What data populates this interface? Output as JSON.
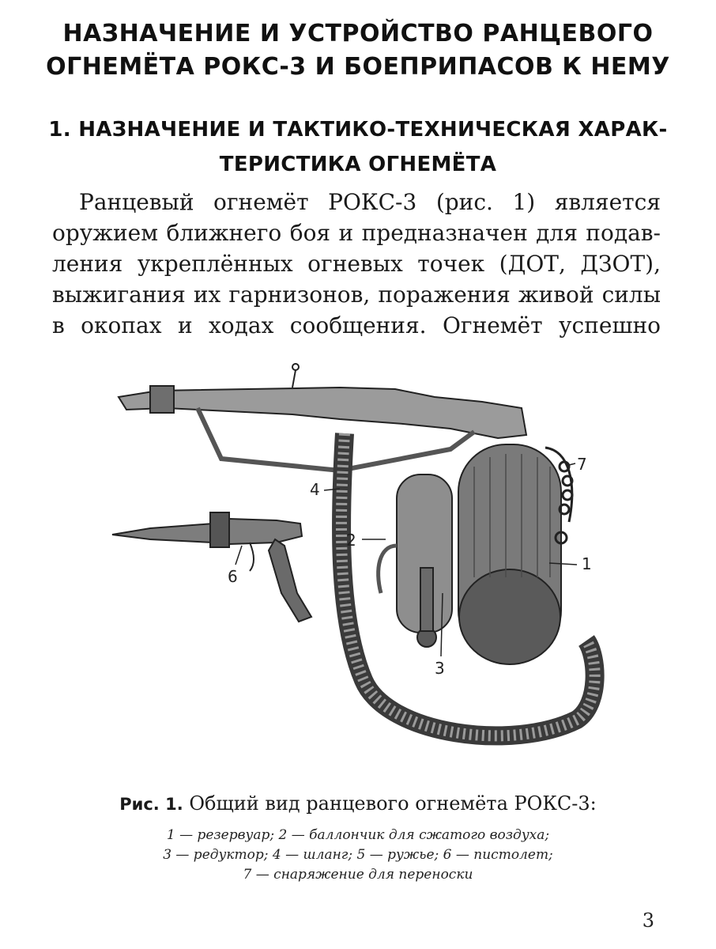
{
  "chapter_title": {
    "line1": "НАЗНАЧЕНИЕ И УСТРОЙСТВО РАНЦЕВОГО",
    "line2": "ОГНЕМЁТА РОКС-3 И БОЕПРИПАСОВ К НЕМУ"
  },
  "section_title": {
    "line1": "1. НАЗНАЧЕНИЕ И ТАКТИКО-ТЕХНИЧЕСКАЯ ХАРАК-",
    "line2": "ТЕРИСТИКА ОГНЕМЁТА"
  },
  "body_lines": [
    "Ранцевый огнемёт РОКС-3 (рис. 1) является",
    "оружием ближнего боя и предназначен для подав-",
    "ления укреплённых огневых точек (ДОТ, ДЗОТ),",
    "выжигания их гарнизонов, поражения живой силы",
    "в окопах и ходах сообщения. Огнемёт успешно"
  ],
  "figure": {
    "callouts": [
      "1",
      "2",
      "3",
      "4",
      "6",
      "7"
    ]
  },
  "caption": {
    "label": "Рис. 1.",
    "text": "Общий вид ранцевого огнемёта РОКС-3:"
  },
  "legend_lines": [
    "1 — резервуар; 2 — баллончик для сжатого воздуха;",
    "3 — редуктор; 4 — шланг; 5 — ружье; 6 — пистолет;",
    "7 — снаряжение для переноски"
  ],
  "page_number": "3"
}
